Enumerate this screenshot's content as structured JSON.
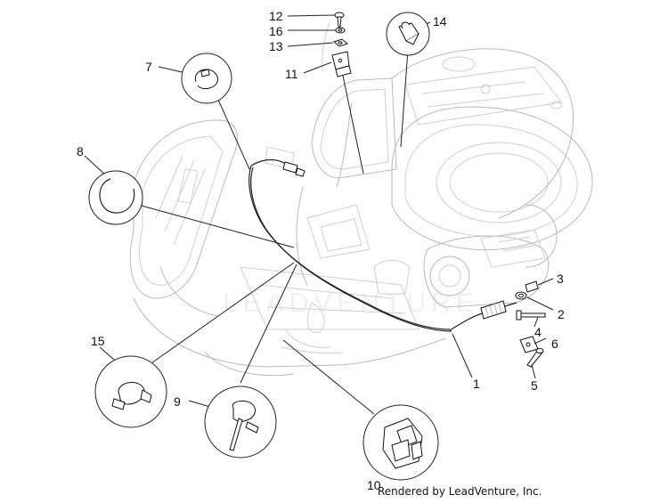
{
  "callouts": {
    "c1": "1",
    "c2": "2",
    "c3": "3",
    "c4": "4",
    "c5": "5",
    "c6": "6",
    "c7": "7",
    "c8": "8",
    "c9": "9",
    "c10": "10",
    "c11": "11",
    "c12": "12",
    "c13": "13",
    "c14": "14",
    "c15": "15",
    "c16": "16"
  },
  "footer": "Rendered by LeadVenture, Inc.",
  "watermark": "LEADVENTURE"
}
